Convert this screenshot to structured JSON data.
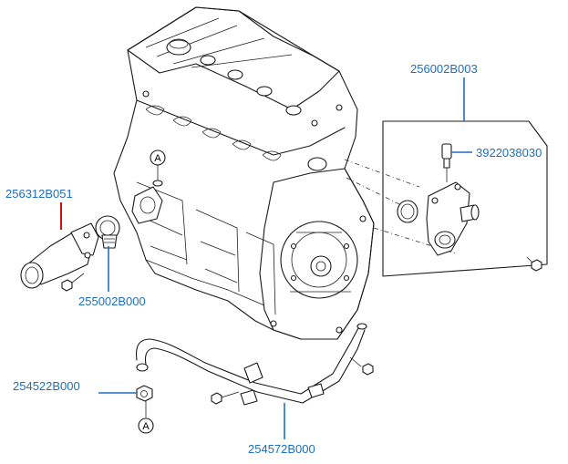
{
  "labels": {
    "thermostat_assembly": "256002B003",
    "temp_sensor": "3922038030",
    "water_outlet": "256312B051",
    "thermostat": "255002B000",
    "gasket": "254522B000",
    "water_pipe": "254572B000"
  },
  "markers": {
    "ref_a_top": "A",
    "ref_a_bottom": "A"
  },
  "colors": {
    "label": "#1e6fbf",
    "highlight_leader": "#cc1111",
    "line_art": "#1a1a1a"
  }
}
